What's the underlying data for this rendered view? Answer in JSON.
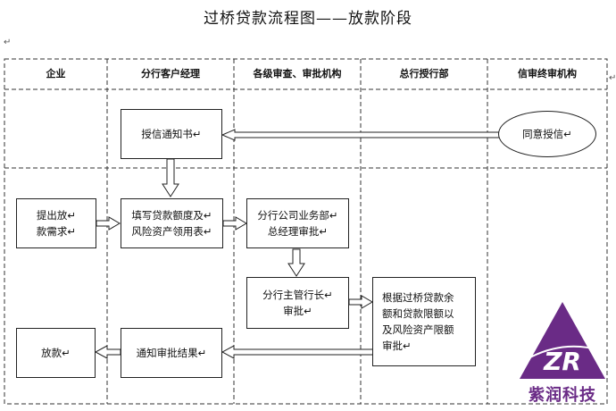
{
  "title": "过桥贷款流程图——放款阶段",
  "paragraph_mark": "↵",
  "lanes": [
    {
      "name": "企业"
    },
    {
      "name": "分行客户经理"
    },
    {
      "name": "各级审查、审批机构"
    },
    {
      "name": "总行授行部"
    },
    {
      "name": "信审终审机构"
    }
  ],
  "nodes": {
    "credit_notice": "授信通知书↵",
    "agree_credit": "同意授信↵",
    "loan_request_line1": "提出放↵",
    "loan_request_line2": "款需求↵",
    "fill_form_line1": "填写贷款额度及↵",
    "fill_form_line2": "风险资产领用表↵",
    "branch_dept_line1": "分行公司业务部↵",
    "branch_dept_line2": "总经理审批↵",
    "branch_head_line1": "分行主管行长↵",
    "branch_head_line2": "审批↵",
    "hq_check_line1": "根据过桥贷款余",
    "hq_check_line2": "额和贷款限额以",
    "hq_check_line3": "及风险资产限额",
    "hq_check_line4": "审批↵",
    "notify_result": "通知审批结果↵",
    "disburse": "放款↵"
  },
  "logo": {
    "letters": "ZR",
    "name": "紫润科技",
    "color": "#6a2b86"
  }
}
